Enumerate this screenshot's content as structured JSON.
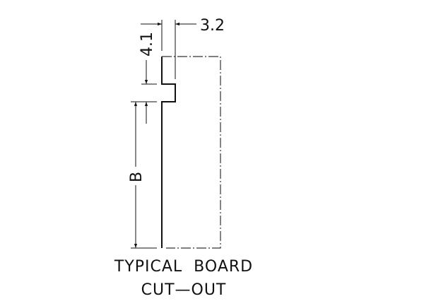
{
  "drawing": {
    "dim_width": "3.2",
    "dim_notch": "4.1",
    "dim_length": "B",
    "caption_line1": "TYPICAL  BOARD",
    "caption_line2": "CUT—OUT",
    "line_color": "#111111"
  }
}
